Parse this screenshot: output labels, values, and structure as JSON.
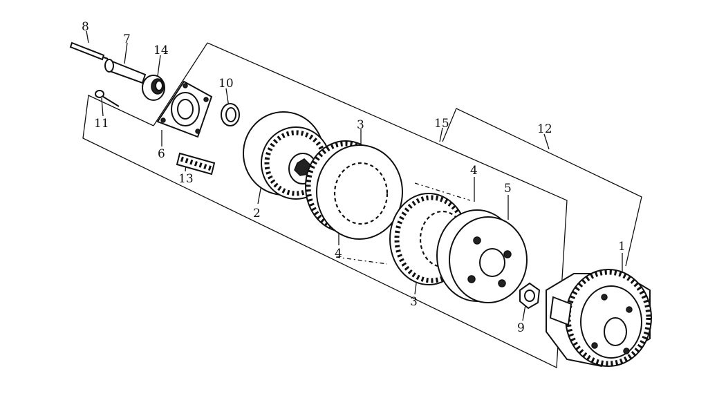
{
  "callouts": [
    {
      "id": "p1",
      "text": "1"
    },
    {
      "id": "p2",
      "text": "2"
    },
    {
      "id": "p3a",
      "text": "3"
    },
    {
      "id": "p3b",
      "text": "3"
    },
    {
      "id": "p4a",
      "text": "4"
    },
    {
      "id": "p4b",
      "text": "4"
    },
    {
      "id": "p5",
      "text": "5"
    },
    {
      "id": "p6",
      "text": "6"
    },
    {
      "id": "p7",
      "text": "7"
    },
    {
      "id": "p8",
      "text": "8"
    },
    {
      "id": "p9",
      "text": "9"
    },
    {
      "id": "p10",
      "text": "10"
    },
    {
      "id": "p11",
      "text": "11"
    },
    {
      "id": "p12",
      "text": "12"
    },
    {
      "id": "p13",
      "text": "13"
    },
    {
      "id": "p14",
      "text": "14"
    },
    {
      "id": "p15",
      "text": "15"
    }
  ]
}
